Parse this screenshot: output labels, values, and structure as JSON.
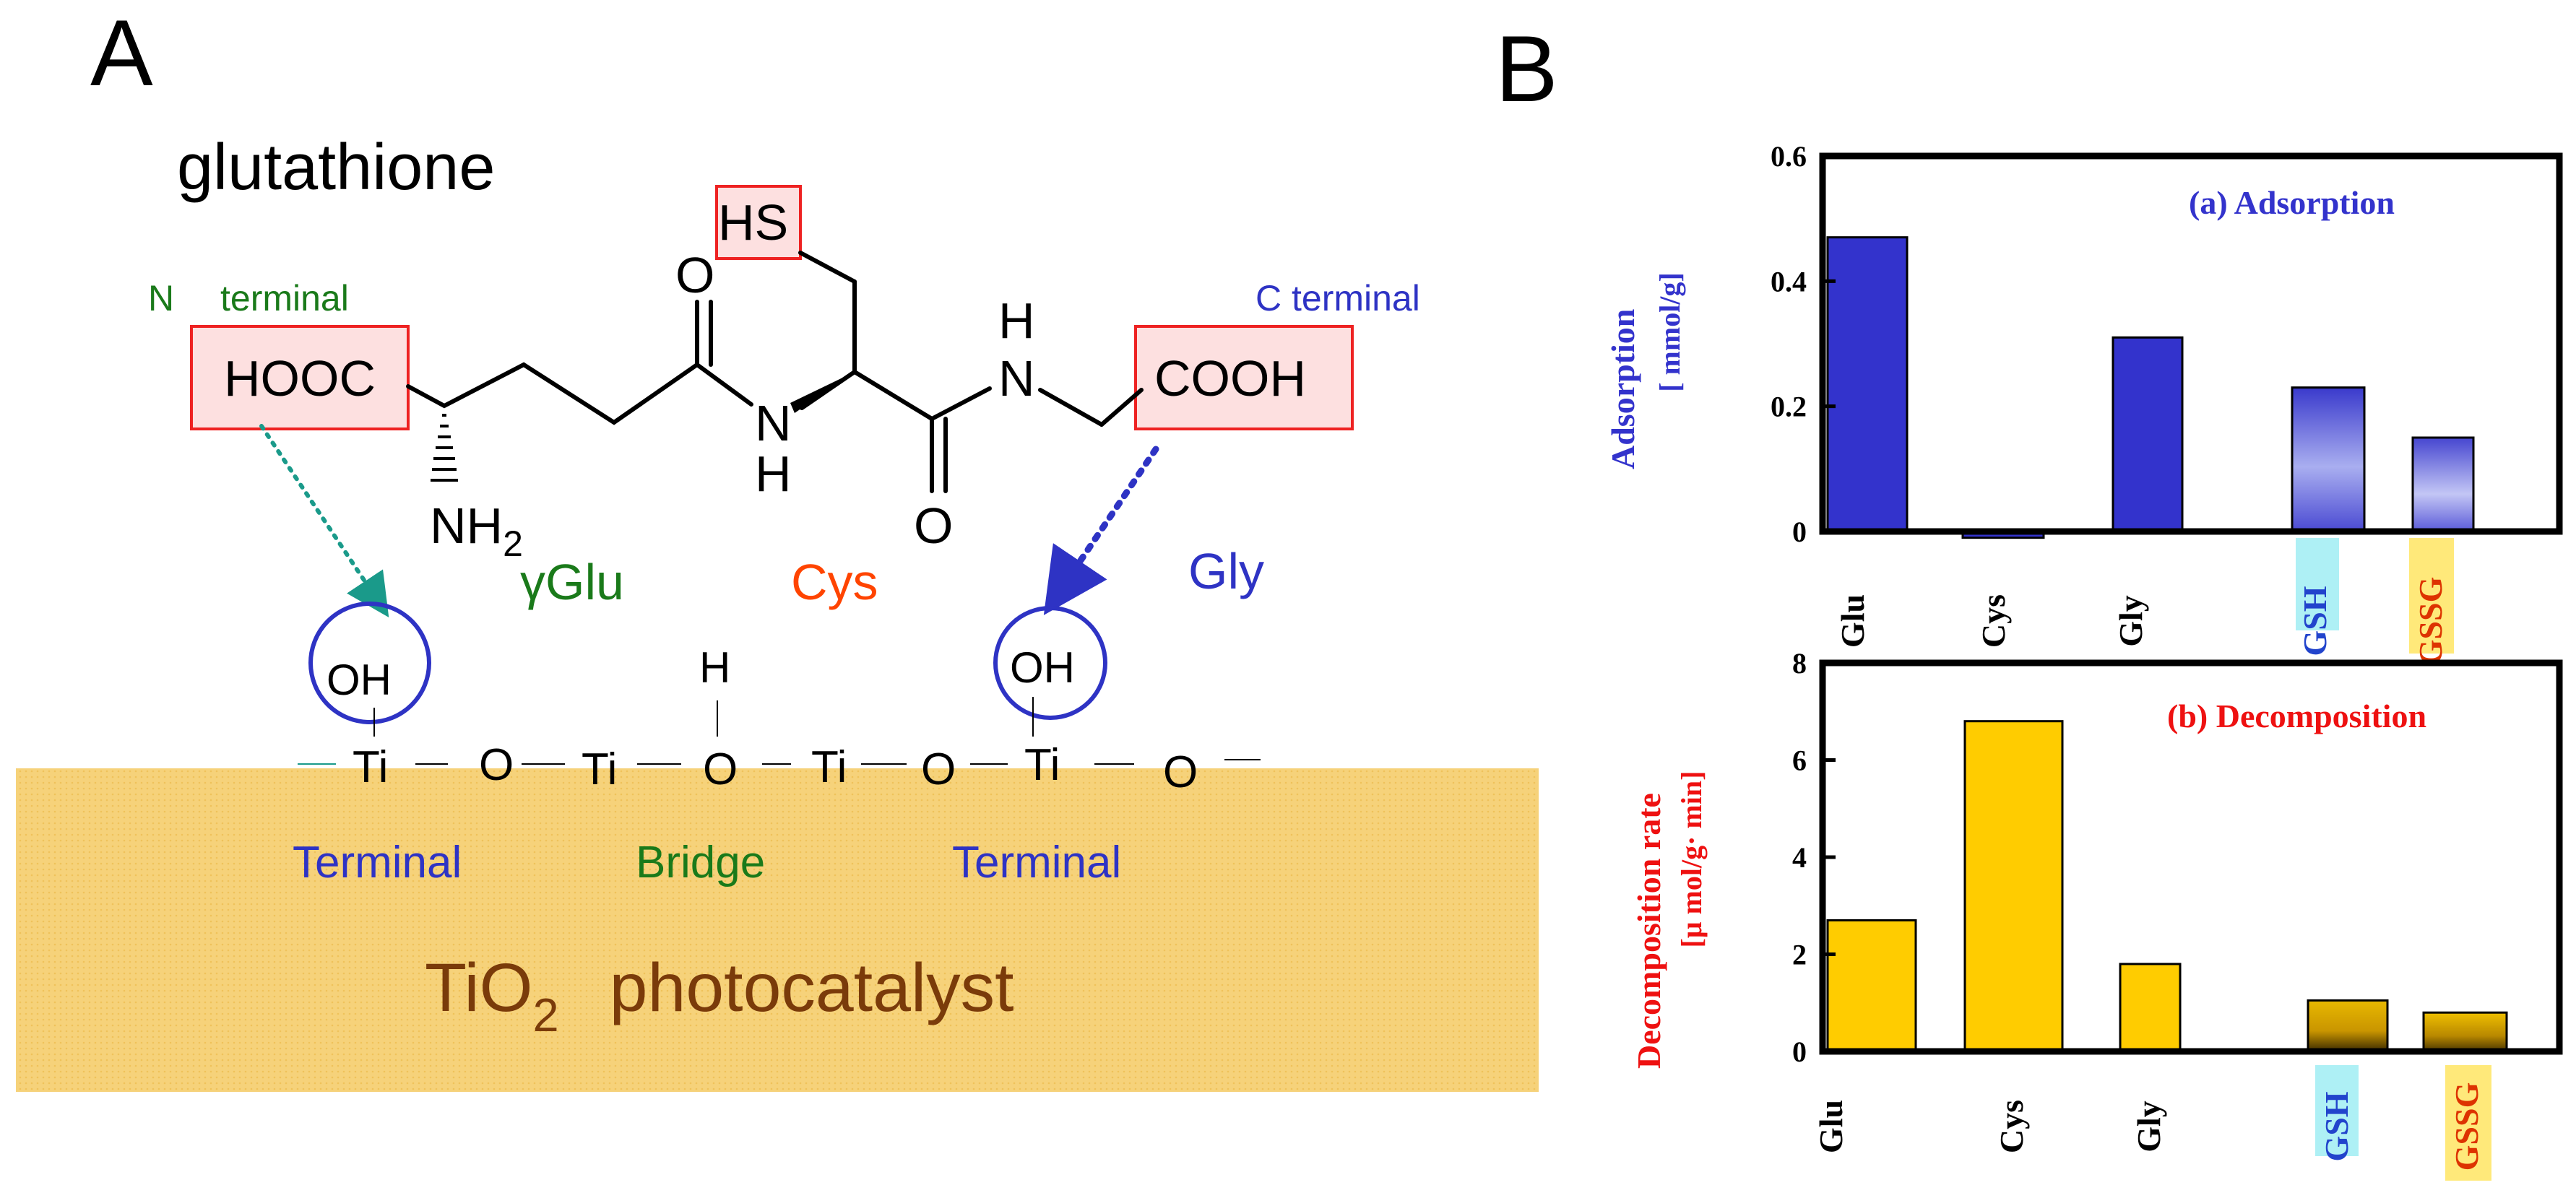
{
  "panel_a": {
    "letter": "A",
    "molecule_name": "glutathione",
    "n_terminal_n": "N",
    "n_terminal_word": "terminal",
    "c_terminal": "C terminal",
    "hooc": "HOOC",
    "cooh": "COOH",
    "hs": "HS",
    "nh2": "NH",
    "nh2_sub": "2",
    "amide_n1": "N",
    "amide_h1": "H",
    "amide_h2": "H",
    "amide_n2": "N",
    "carbonyl_o1": "O",
    "carbonyl_o2": "O",
    "res_glu": "γGlu",
    "res_cys": "Cys",
    "res_gly": "Gly",
    "oh_left": "OH",
    "oh_right": "OH",
    "bridge_h": "H",
    "surface_atoms": [
      "Ti",
      "O",
      "Ti",
      "O",
      "Ti",
      "O",
      "Ti",
      "O"
    ],
    "label_terminal_left": "Terminal",
    "label_bridge": "Bridge",
    "label_terminal_right": "Terminal",
    "catalyst_main": "TiO",
    "catalyst_sub": "2",
    "catalyst_rest": "photocatalyst",
    "colors": {
      "green": "#1a7a1a",
      "blue": "#2e33c4",
      "orange": "#ff4400",
      "brown": "#7a3b0a",
      "box_red": "#ee2222",
      "box_fill": "#fde0e0",
      "surface": "#f6d27a",
      "teal": "#1a9a8a"
    }
  },
  "panel_b": {
    "letter": "B"
  },
  "chart_data": [
    {
      "type": "bar",
      "title": "(a) Adsorption",
      "ylabel": "Adsorption",
      "yunit": "[ mmol/g]",
      "categories": [
        "Glu",
        "Cys",
        "Gly",
        "GSH",
        "GSSG"
      ],
      "values": [
        0.47,
        -0.01,
        0.31,
        0.23,
        0.15
      ],
      "ylim": [
        0,
        0.6
      ],
      "yticks": [
        "0",
        "0.2",
        "0.4",
        "0.6"
      ],
      "colors": {
        "bar": "#3333cc",
        "title": "#3333cc",
        "ylabel": "#3333cc",
        "gsh_highlight": "#aef0f5",
        "gssg_highlight": "#ffe97a",
        "gsh_text": "#2244cc",
        "gssg_text": "#dd3300"
      }
    },
    {
      "type": "bar",
      "title": "(b) Decomposition",
      "ylabel": "Decomposition  rate",
      "yunit": "[μ mol/g· min]",
      "categories": [
        "Glu",
        "Cys",
        "Gly",
        "GSH",
        "GSSG"
      ],
      "values": [
        2.7,
        6.8,
        1.8,
        1.05,
        0.8
      ],
      "ylim": [
        0,
        8
      ],
      "yticks": [
        "0",
        "2",
        "4",
        "6",
        "8"
      ],
      "colors": {
        "bar": "#ffcc00",
        "title": "#ee1111",
        "ylabel": "#ee1111",
        "gsh_highlight": "#aef0f5",
        "gssg_highlight": "#ffe97a",
        "gsh_text": "#2244cc",
        "gssg_text": "#dd3300"
      }
    }
  ]
}
